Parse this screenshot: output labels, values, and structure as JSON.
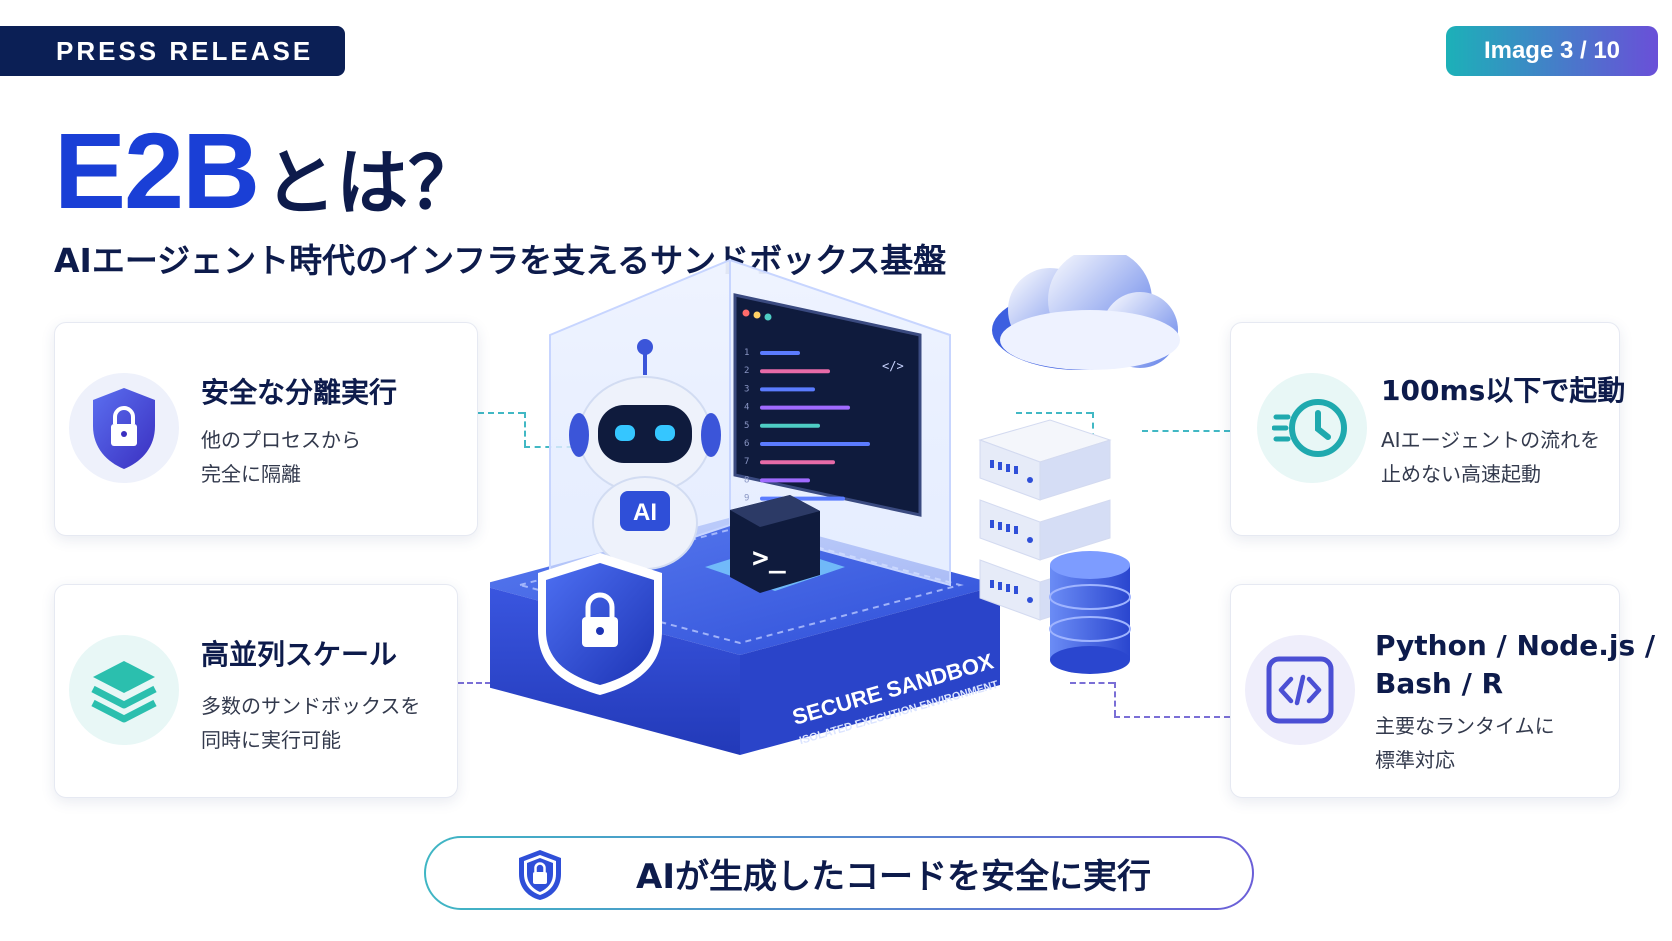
{
  "header": {
    "press_release": "PRESS RELEASE",
    "image_counter": "Image 3 / 10"
  },
  "title": {
    "main": "E2B",
    "suffix": "とは？",
    "subtitle": "AIエージェント時代のインフラを支えるサンドボックス基盤"
  },
  "cards": {
    "isolation": {
      "title": "安全な分離実行",
      "desc1": "他のプロセスから",
      "desc2": "完全に隔離",
      "icon": "shield-lock-icon"
    },
    "scale": {
      "title": "高並列スケール",
      "desc1": "多数のサンドボックスを",
      "desc2": "同時に実行可能",
      "icon": "layers-icon"
    },
    "startup": {
      "title": "100ms以下で起動",
      "desc1": "AIエージェントの流れを",
      "desc2": "止めない高速起動",
      "icon": "fast-clock-icon"
    },
    "runtime": {
      "title1": "Python / Node.js /",
      "title2": "Bash / R",
      "desc1": "主要なランタイムに",
      "desc2": "標準対応",
      "icon": "code-icon"
    }
  },
  "illustration": {
    "robot_badge": "AI",
    "terminal_prompt": ">_",
    "code_tag": "</>",
    "platform_title": "SECURE SANDBOX",
    "platform_subtitle": "ISOLATED EXECUTION ENVIRONMENT",
    "line_numbers": [
      "1",
      "2",
      "3",
      "4",
      "5",
      "6",
      "7",
      "8",
      "9"
    ]
  },
  "footer": {
    "tagline": "AIが生成したコードを安全に実行"
  },
  "colors": {
    "navy": "#0b1f55",
    "accent_blue": "#1a3fd6",
    "teal": "#1cb1b8",
    "purple": "#6a4fd8"
  }
}
